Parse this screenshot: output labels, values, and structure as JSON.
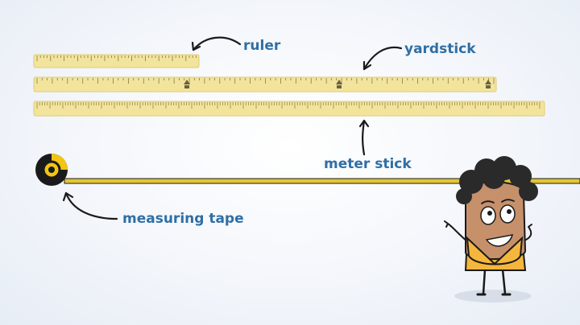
{
  "labels": {
    "ruler": "ruler",
    "yardstick": "yardstick",
    "meter_stick": "meter stick",
    "measuring_tape": "measuring tape"
  },
  "colors": {
    "label_text": "#2f6fa5",
    "wood": "#f2e49c",
    "wood_border": "#e0cc72",
    "tick": "#8a7a40",
    "tape": "#e4c534",
    "tape_case": "#f2c413",
    "character_body": "#f4b63c",
    "character_skin": "#c6906b",
    "character_hair": "#2a2a2a",
    "ink": "#1a1a1a"
  },
  "icons": {
    "arrow": "curved-arrow-icon",
    "yardstick_mark": "yard-marker-icon"
  }
}
